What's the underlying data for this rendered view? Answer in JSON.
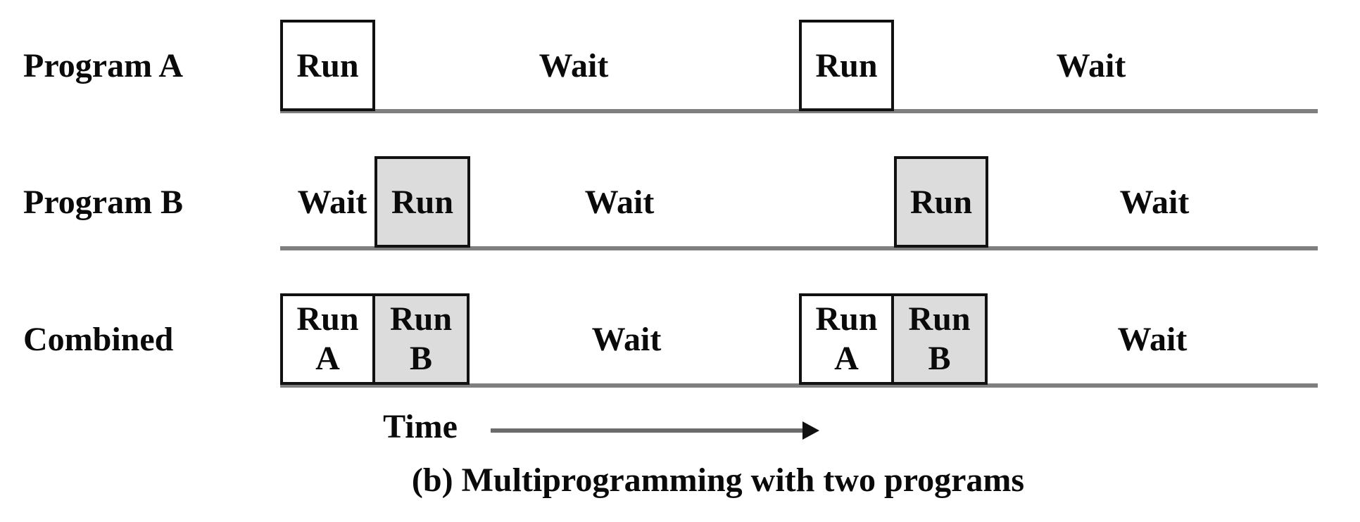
{
  "caption": "(b) Multiprogramming with two programs",
  "time_axis": {
    "label": "Time"
  },
  "colors": {
    "run_a_fill": "#ffffff",
    "run_b_fill": "#dcdcdc",
    "timeline_line": "#7f7f7f",
    "box_border": "#111111",
    "text": "#0a0a0a"
  },
  "rows": {
    "program_a": {
      "label": "Program A",
      "run1": "Run",
      "wait1": "Wait",
      "run2": "Run",
      "wait2": "Wait"
    },
    "program_b": {
      "label": "Program B",
      "wait0": "Wait",
      "run1": "Run",
      "wait1": "Wait",
      "run2": "Run",
      "wait2": "Wait"
    },
    "combined": {
      "label": "Combined",
      "run_a1": {
        "word": "Run",
        "letter": "A"
      },
      "run_b1": {
        "word": "Run",
        "letter": "B"
      },
      "wait1": "Wait",
      "run_a2": {
        "word": "Run",
        "letter": "A"
      },
      "run_b2": {
        "word": "Run",
        "letter": "B"
      },
      "wait2": "Wait"
    }
  }
}
